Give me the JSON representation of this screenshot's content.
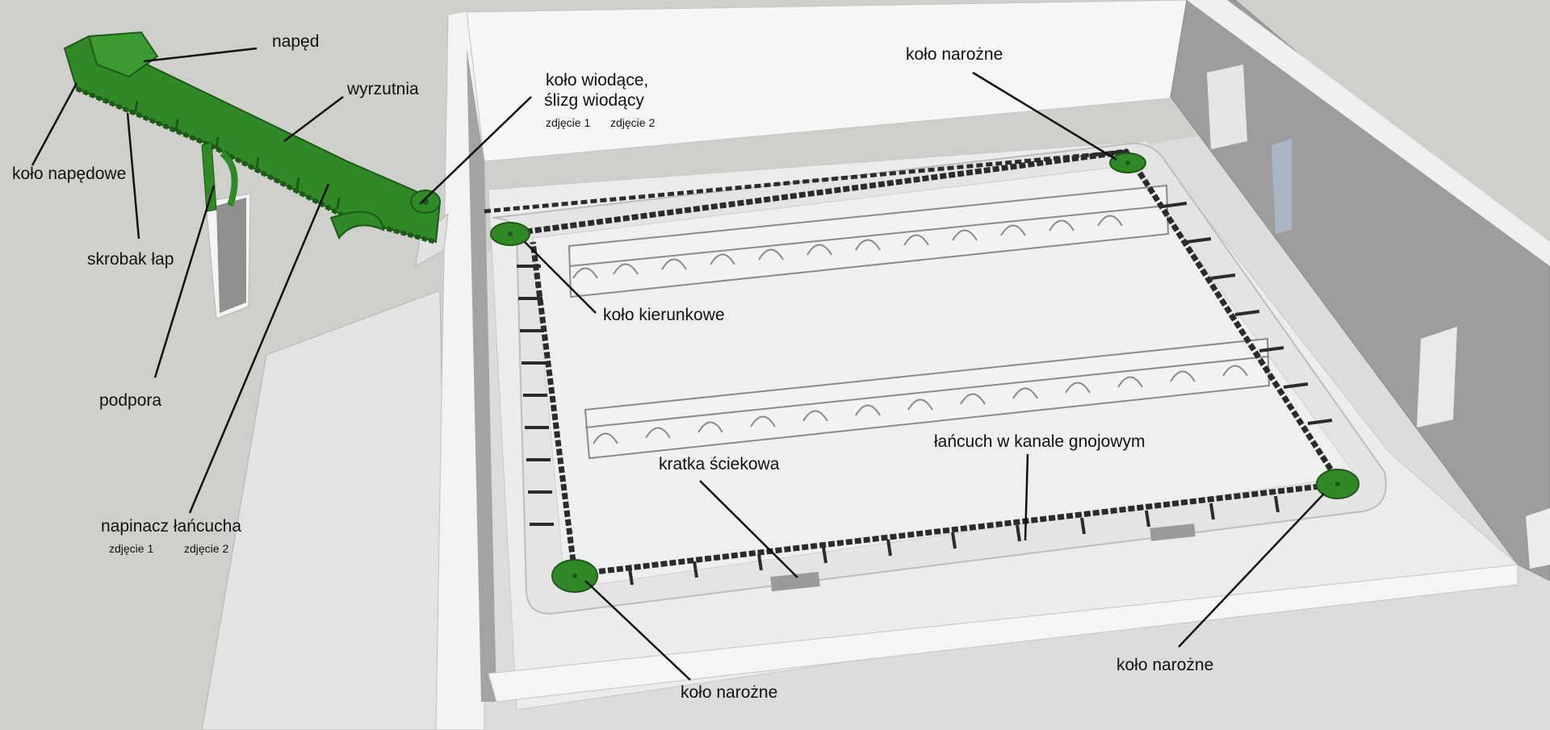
{
  "diagram": {
    "labels": {
      "naped": "napęd",
      "wyrzutnia": "wyrzutnia",
      "kolo_napedowe": "koło napędowe",
      "skrobak_lap": "skrobak łap",
      "podpora": "podpora",
      "napinacz_lancucha": "napinacz łańcucha",
      "napinacz_photo_1": "zdjęcie 1",
      "napinacz_photo_2": "zdjęcie 2",
      "kolo_wiodace_line1": "koło wiodące,",
      "kolo_wiodace_line2": "ślizg wiodący",
      "wiodace_photo_1": "zdjęcie 1",
      "wiodace_photo_2": "zdjęcie 2",
      "kolo_narozne_top": "koło narożne",
      "kolo_kierunkowe": "koło kierunkowe",
      "lancuch_w_kanale": "łańcuch w kanale gnojowym",
      "kratka_sciekowa": "kratka ściekowa",
      "kolo_narozne_bottom_left": "koło narożne",
      "kolo_narozne_bottom_right": "koło narożne"
    },
    "colors": {
      "background": "#cfd0cc",
      "machine_green": "#2f8a26",
      "machine_dark": "#1d5a17",
      "floor": "#ebebeb",
      "wall_light": "#f4f4f4",
      "wall_shadow": "#9c9c9c",
      "chain": "#2b2b2b",
      "leader_line": "#111111"
    },
    "icons": [
      "corner-wheel-icon",
      "drive-wheel-icon"
    ]
  }
}
